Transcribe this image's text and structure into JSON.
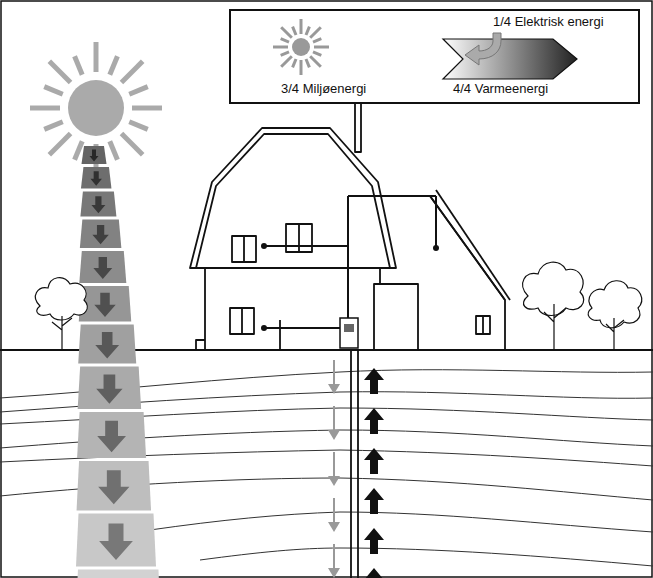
{
  "diagram": {
    "nodes": [
      {
        "text": [
          "1/4 Elektrisk energi",
          "3/4 Miljøenergi",
          "4/4 Varmeenergi"
        ]
      }
    ]
  }
}
